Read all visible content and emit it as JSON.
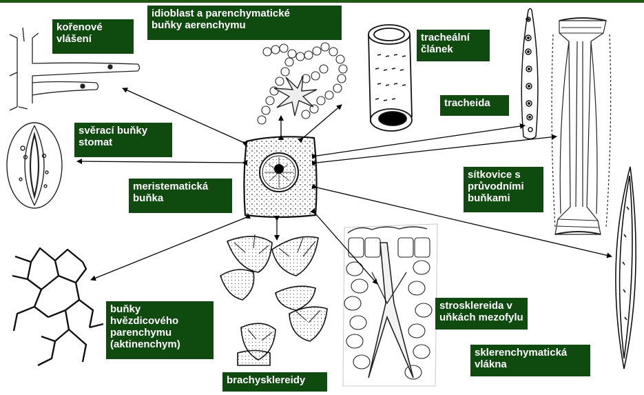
{
  "colors": {
    "label_bg": "#0f4a0f",
    "label_text": "#ffffff",
    "top_bar": "#1e5a14",
    "arrow": "#000000"
  },
  "labels": {
    "root_hairs": "kořenové\nvlášení",
    "idioblast": "idioblast a parenchymatické\nbuňky aerenchymu",
    "tracheal_element": "tracheální\nčlánek",
    "tracheid": "tracheida",
    "guard_cells": "svěrací buňky\nstomat",
    "sieve_tube": "sítkovice s\nprůvodními\nbuňkami",
    "meristematic": "meristematická\nbuňka",
    "stellate": "buňky\nhvězdicového\nparenchymu\n(aktinenchym)",
    "astrosclereid": "strosklereida v\nuňkách mezofylu",
    "fibers": "sklerenchymatická\nvlákna",
    "brachysclereids": "brachysklereidy"
  }
}
